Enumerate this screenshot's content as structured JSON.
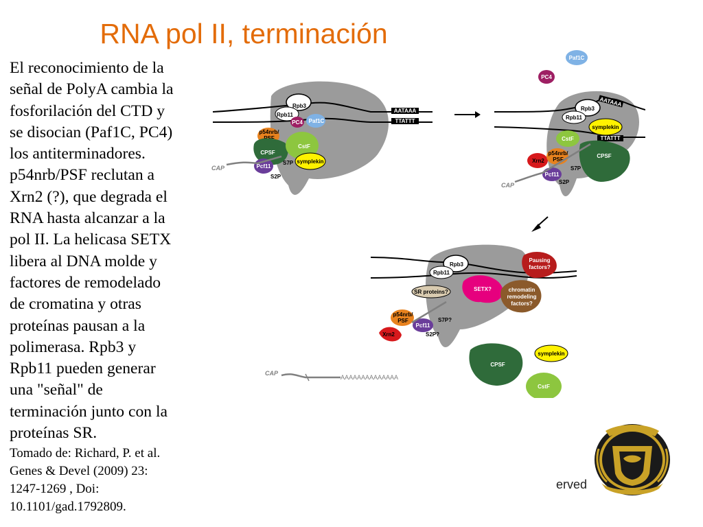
{
  "title": "RNA pol II, terminación",
  "body_lines": [
    "El reconocimiento de la",
    "señal de PolyA cambia la",
    "fosforilación del CTD y",
    "se disocian (Paf1C, PC4)",
    "los antiterminadores.",
    "p54nrb/PSF  reclutan a",
    "Xrn2 (?), que degrada el",
    "RNA hasta alcanzar a la",
    "pol II. La helicasa SETX",
    "libera al DNA molde y",
    "factores de remodelado",
    "de cromatina y otras",
    "proteínas pausan a la",
    "polimerasa. Rpb3 y",
    "Rpb11 pueden generar",
    "una \"señal\" de",
    "terminación junto con la",
    "proteínas SR."
  ],
  "citation_lines": [
    "Tomado de: Richard, P.  et al.",
    "Genes & Devel (2009) 23:",
    "1247-1269 , Doi:",
    "10.1101/gad.1792809."
  ],
  "footer_fragment": "erved",
  "diagram": {
    "panel1": {
      "rpb3": "Rpb3",
      "rpb11": "Rpb11",
      "pc4": "PC4",
      "paf1c": "Paf1C",
      "p54_line1": "p54nrb/",
      "p54_line2": "PSF",
      "cpsf": "CPSF",
      "cstf": "CstF",
      "symplekin": "symplekin",
      "pcf11": "Pcf11",
      "s7p": "S7P",
      "s2p": "S2P",
      "cap": "CAP",
      "aataaa": "AATAAA",
      "ttattt": "TTATTT"
    },
    "panel2": {
      "paf1c": "Paf1C",
      "pc4": "PC4",
      "rpb3": "Rpb3",
      "rpb11": "Rpb11",
      "aataaa": "AATAAA",
      "symplekin": "symplekin",
      "ttattt": "TTATTT",
      "cstf": "CstF",
      "cpsf": "CPSF",
      "xrn2": "Xrn2",
      "p54_line1": "p54nrb/",
      "p54_line2": "PSF",
      "pcf11": "Pcf11",
      "s7p": "S7P",
      "s2p": "S2P",
      "cap": "CAP"
    },
    "panel3": {
      "rpb3": "Rpb3",
      "rpb11": "Rpb11",
      "setx": "SETX?",
      "pausing_line1": "Pausing",
      "pausing_line2": "factors?",
      "sr_proteins": "SR proteins?",
      "chrom_line1": "chromatin",
      "chrom_line2": "remodeling",
      "chrom_line3": "factors?",
      "p54_line1": "p54nrb/",
      "p54_line2": "PSF",
      "pcf11": "Pcf11",
      "xrn2": "Xrn2",
      "s7p": "S7P?",
      "s2p": "S2P?",
      "cpsf": "CPSF",
      "symplekin": "symplekin",
      "cstf": "CstF",
      "cap": "CAP",
      "polya": "AAAAAAAAAAAAAA"
    },
    "arrows": [
      "right-arrow-icon",
      "down-left-arrow-icon"
    ]
  },
  "colors": {
    "title": "#e36c0a",
    "polymerase": "#9b9b9b",
    "cpsf": "#2f6b3a",
    "cstf": "#8dc63f",
    "symplekin": "#fff200",
    "p54nrb": "#e8821e",
    "pcf11": "#6a3d9a",
    "pc4": "#9e1f63",
    "paf1c": "#7fb2e5",
    "xrn2": "#d7191c",
    "setx": "#e6007e",
    "pausing": "#b71c1c",
    "chromatin": "#8b5a2b",
    "sr_proteins": "#d9cbb0"
  },
  "logo": "unam-seal"
}
